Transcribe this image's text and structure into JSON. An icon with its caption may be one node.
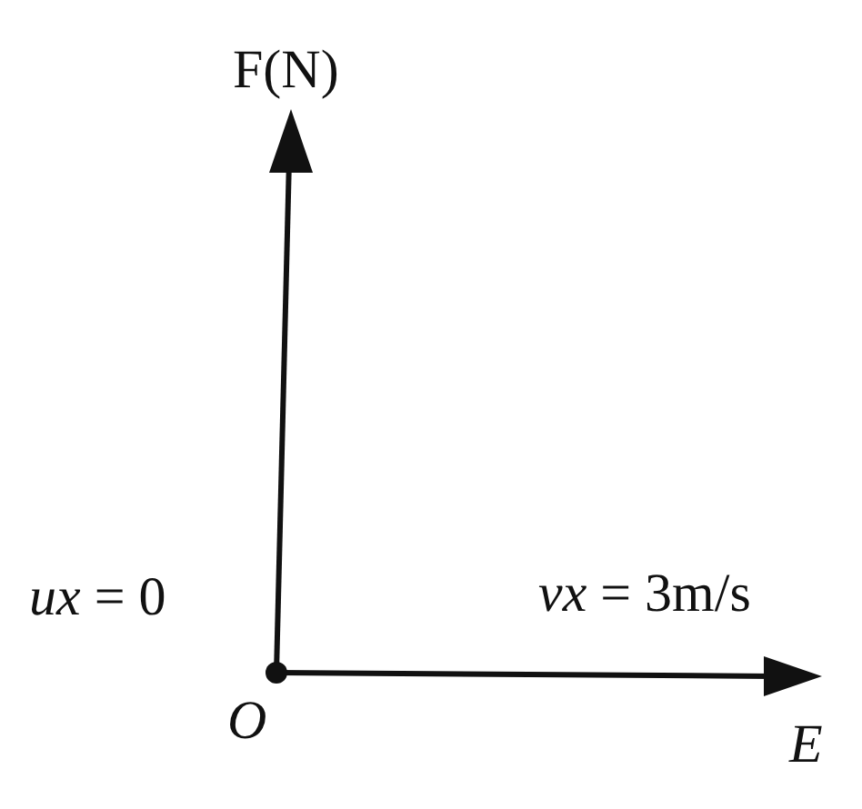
{
  "diagram": {
    "labels": [
      "F(N)",
      "*ux* = 0",
      "*vx* = 3m/s",
      "O",
      "E"
    ]
  }
}
